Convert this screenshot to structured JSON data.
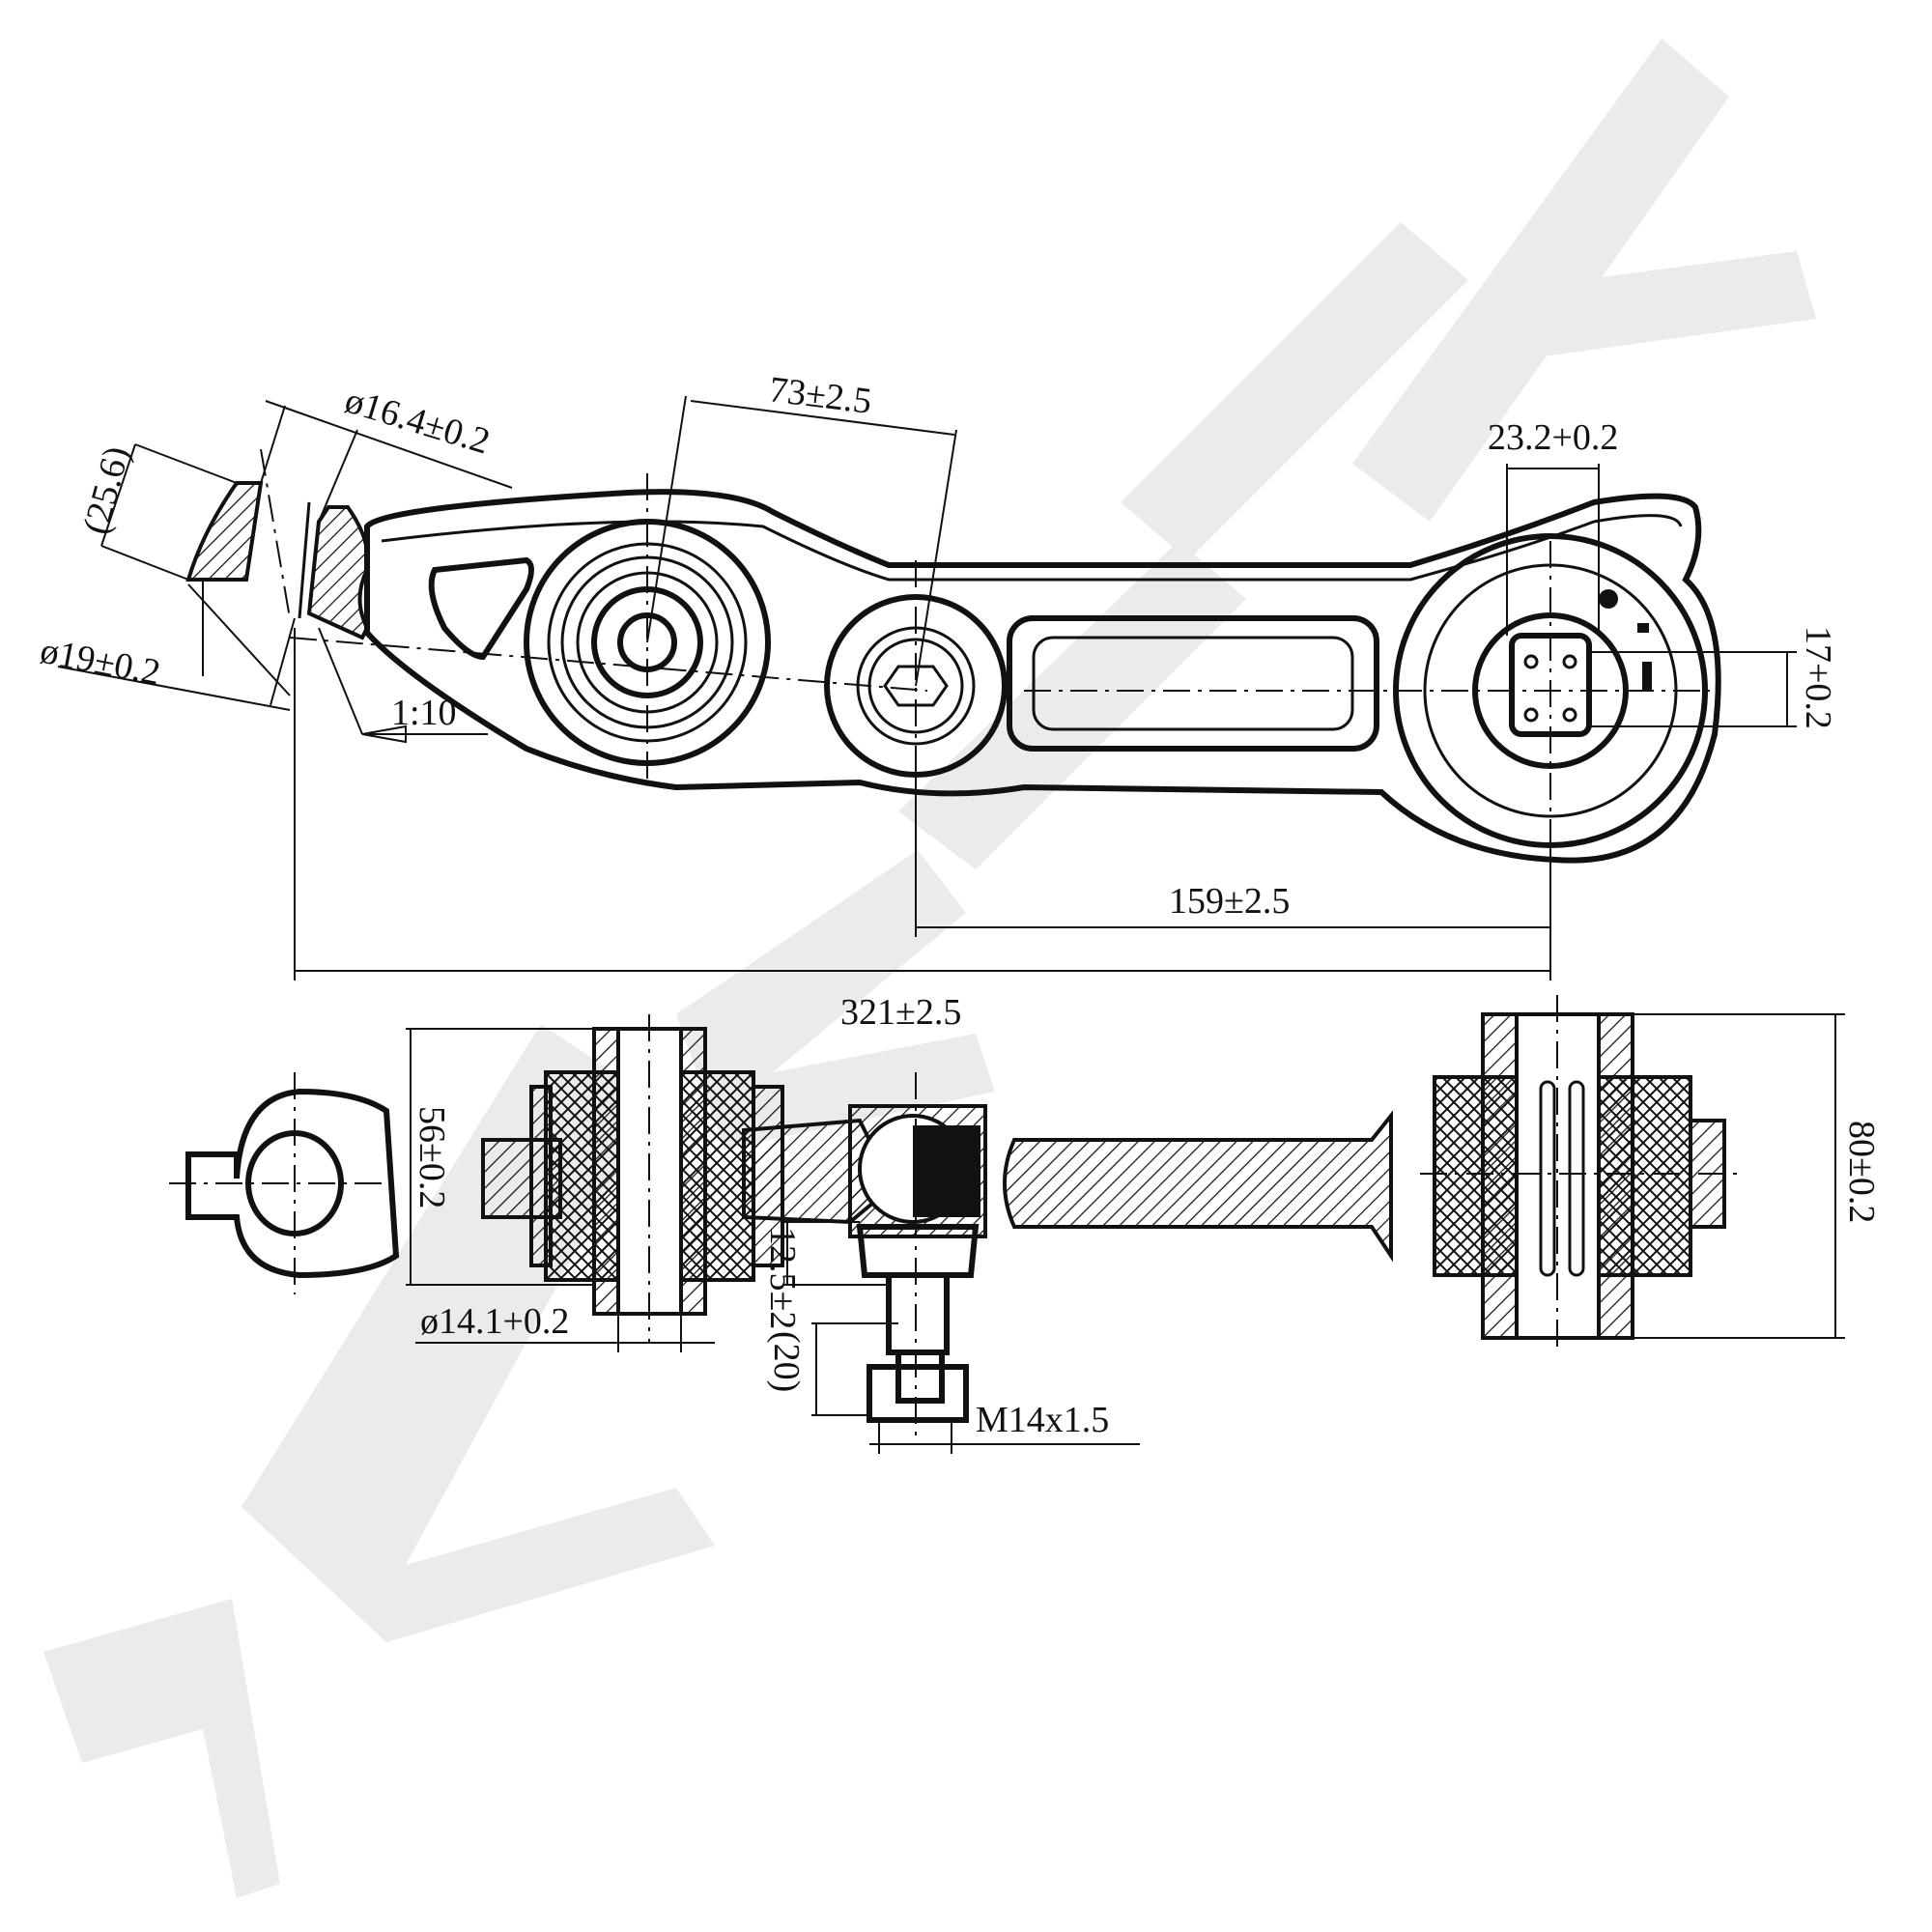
{
  "brand": {
    "watermark_text": "ZENNEK",
    "watermark_color": "#ebebeb"
  },
  "drawing": {
    "line_color": "#111111",
    "background": "#ffffff"
  },
  "dimensions": {
    "top_view": {
      "pin_length": "(25.6)",
      "pin_small_diameter": "ø16.4±0.2",
      "pin_large_diameter": "ø19±0.2",
      "taper": "1:10",
      "pin_to_bushing": "73±2.5",
      "bushing_hole_width": "23.2+0.2",
      "bushing_hole_height": "17+0.2",
      "center_to_bushing": "159±2.5",
      "overall_length": "321±2.5"
    },
    "side_view": {
      "bushing_width": "56±0.2",
      "bushing_bore": "ø14.1+0.2",
      "ball_joint_height": "12.5±2",
      "stud_length": "(20)",
      "thread": "M14x1.5",
      "rear_bushing_width": "80±0.2"
    }
  }
}
